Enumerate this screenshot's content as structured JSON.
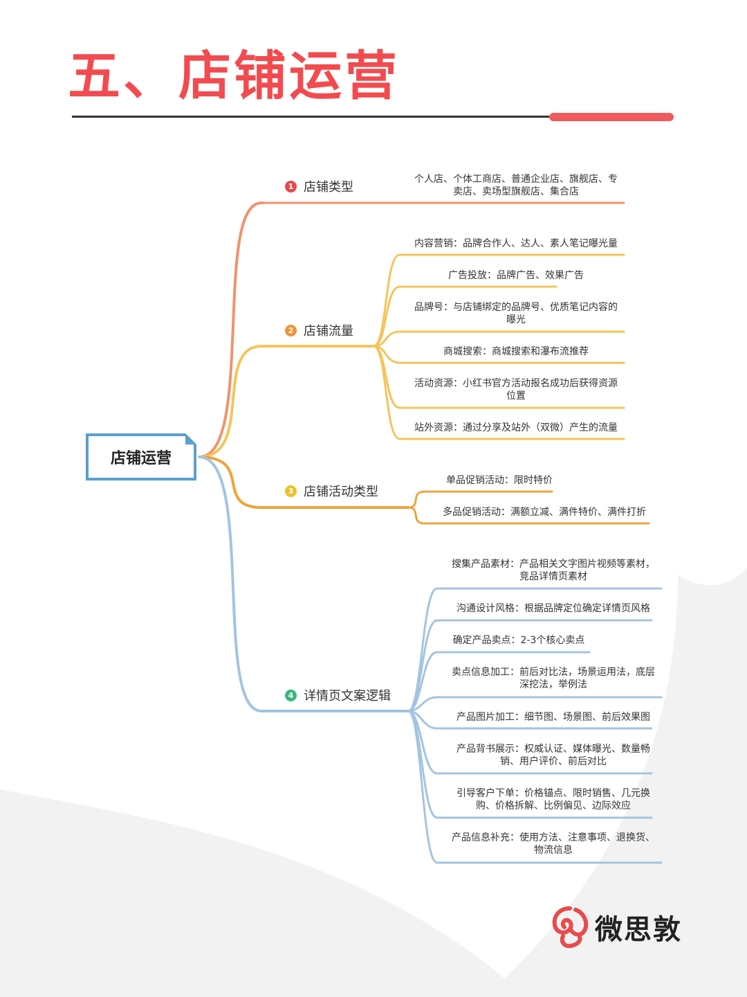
{
  "page": {
    "title": "五、店铺运营"
  },
  "mindmap": {
    "root": "店铺运营",
    "branches": [
      {
        "number": "1",
        "label": "店铺类型",
        "color": "#f0936b",
        "leaves": [
          "个人店、个体工商店、普通企业店、旗舰店、专卖店、卖场型旗舰店、集合店"
        ]
      },
      {
        "number": "2",
        "label": "店铺流量",
        "color": "#f3c55a",
        "leaves": [
          "内容营销：品牌合作人、达人、素人笔记曝光量",
          "广告投放：品牌广告、效果广告",
          "品牌号：与店铺绑定的品牌号、优质笔记内容的曝光",
          "商城搜索：商城搜索和瀑布流推荐",
          "活动资源：小红书官方活动报名成功后获得资源位置",
          "站外资源：通过分享及站外（双微）产生的流量"
        ]
      },
      {
        "number": "3",
        "label": "店铺活动类型",
        "color": "#eea33a",
        "leaves": [
          "单品促销活动：限时特价",
          "多品促销活动：满额立减、满件特价、满件打折"
        ]
      },
      {
        "number": "4",
        "label": "详情页文案逻辑",
        "color": "#a3c4e0",
        "leaves": [
          "搜集产品素材：产品相关文字图片视频等素材，竞品详情页素材",
          "沟通设计风格：根据品牌定位确定详情页风格",
          "确定产品卖点：2-3个核心卖点",
          "卖点信息加工：前后对比法，场景运用法，底层深挖法，举例法",
          "产品图片加工：细节图、场景图、前后效果图",
          "产品背书展示：权威认证、媒体曝光、数量畅销、用户评价、前后对比",
          "引导客户下单：价格锚点、限时销售、几元换购、价格拆解、比例偏见、边际效应",
          "产品信息补充：使用方法、注意事项、退换货、物流信息"
        ]
      }
    ]
  },
  "number_badge_colors": [
    "#e94a4a",
    "#f0933a",
    "#f0c02a",
    "#3cb57a"
  ],
  "brand": {
    "name": "微思敦",
    "logo_color": "#e94a4a"
  }
}
